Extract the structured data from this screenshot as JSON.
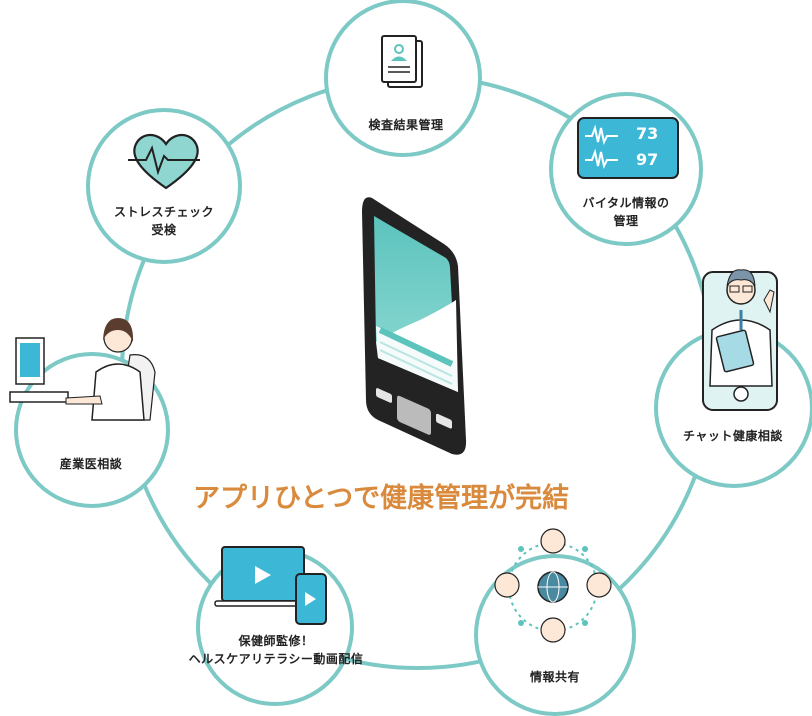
{
  "headline": "アプリひとつで健康管理が完結",
  "features": {
    "exam": {
      "label": "検査結果管理",
      "icon": "document-person-icon"
    },
    "vital": {
      "line1": "バイタル情報の",
      "line2": "管理",
      "icon": "vital-monitor-icon",
      "value_top": "73",
      "value_bottom": "97"
    },
    "chat": {
      "label": "チャット健康相談",
      "icon": "doctor-phone-icon"
    },
    "share": {
      "label": "情報共有",
      "icon": "network-people-icon"
    },
    "video": {
      "line1": "保健師監修！",
      "line2": "ヘルスケアリテラシー動画配信",
      "icon": "video-devices-icon"
    },
    "industrial": {
      "label": "産業医相談",
      "icon": "doctor-at-desk-icon"
    },
    "stress": {
      "line1": "ストレスチェック",
      "line2": "受検",
      "icon": "heart-pulse-icon"
    }
  },
  "colors": {
    "accent": "#7cc9c6",
    "teal": "#5cc3bd",
    "headline": "#d98a3d"
  }
}
